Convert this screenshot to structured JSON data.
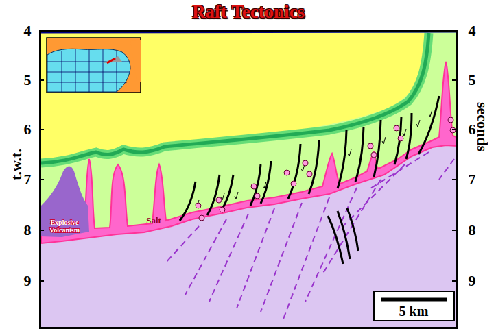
{
  "diagram": {
    "title": "Raft Tectonics",
    "labels": [
      "4",
      "5",
      "6",
      "7",
      "8",
      "9",
      "4",
      "5",
      "6",
      "7",
      "8",
      "9",
      "t.w.t.",
      "seconds",
      "Explosive Volcanism",
      "Salt",
      "5 km"
    ]
  }
}
